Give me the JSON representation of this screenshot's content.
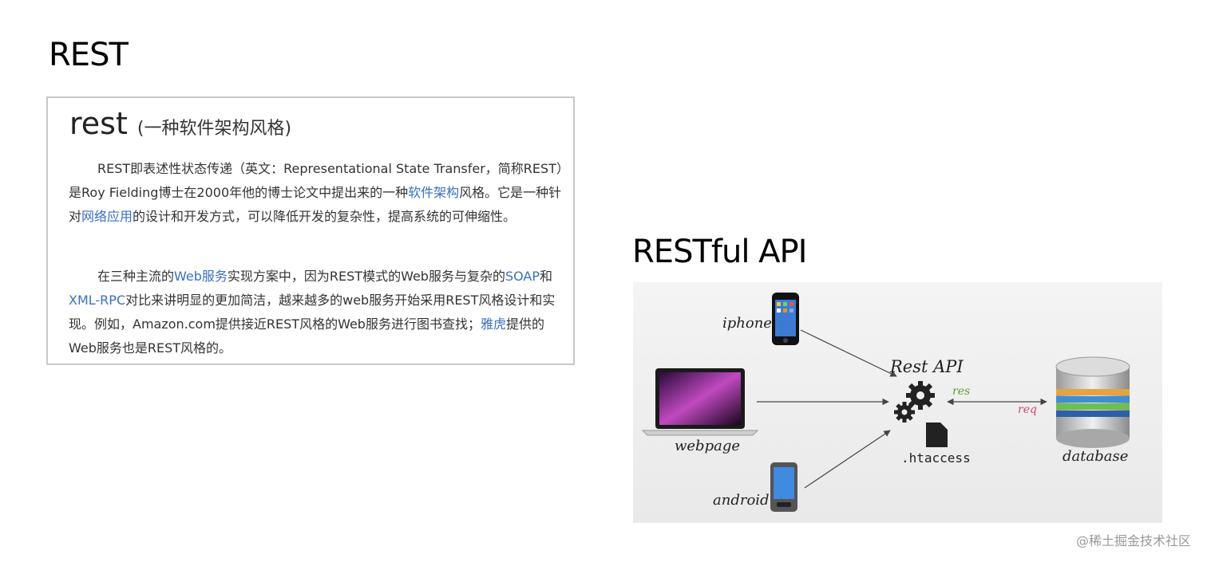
{
  "headings": {
    "rest": "REST",
    "restful": "RESTful API"
  },
  "card": {
    "title_main": "rest",
    "title_sub": "(一种软件架构风格)",
    "p1": {
      "a": "REST即表述性状态传递（英文：Representational State Transfer，简称REST）是Roy Fielding博士在2000年他的博士论文中提出来的一种",
      "link1": "软件架构",
      "b": "风格。它是一种针对",
      "link2": "网络应用",
      "c": "的设计和开发方式，可以降低开发的复杂性，提高系统的可伸缩性。"
    },
    "p2": {
      "a": "在三种主流的",
      "link1": "Web服务",
      "b": "实现方案中，因为REST模式的Web服务与复杂的",
      "link2": "SOAP",
      "c": "和",
      "link3": "XML-RPC",
      "d": "对比来讲明显的更加简洁，越来越多的web服务开始采用REST风格设计和实现。例如，Amazon.com提供接近REST风格的Web服务进行图书查找；",
      "link4": "雅虎",
      "e": "提供的Web服务也是REST风格的。"
    }
  },
  "diagram": {
    "iphone": "iphone",
    "webpage": "webpage",
    "android": "android",
    "rest_api": "Rest API",
    "htaccess": ".htaccess",
    "res": "res",
    "req": "req",
    "database": "database"
  },
  "watermark": "@稀土掘金技术社区"
}
